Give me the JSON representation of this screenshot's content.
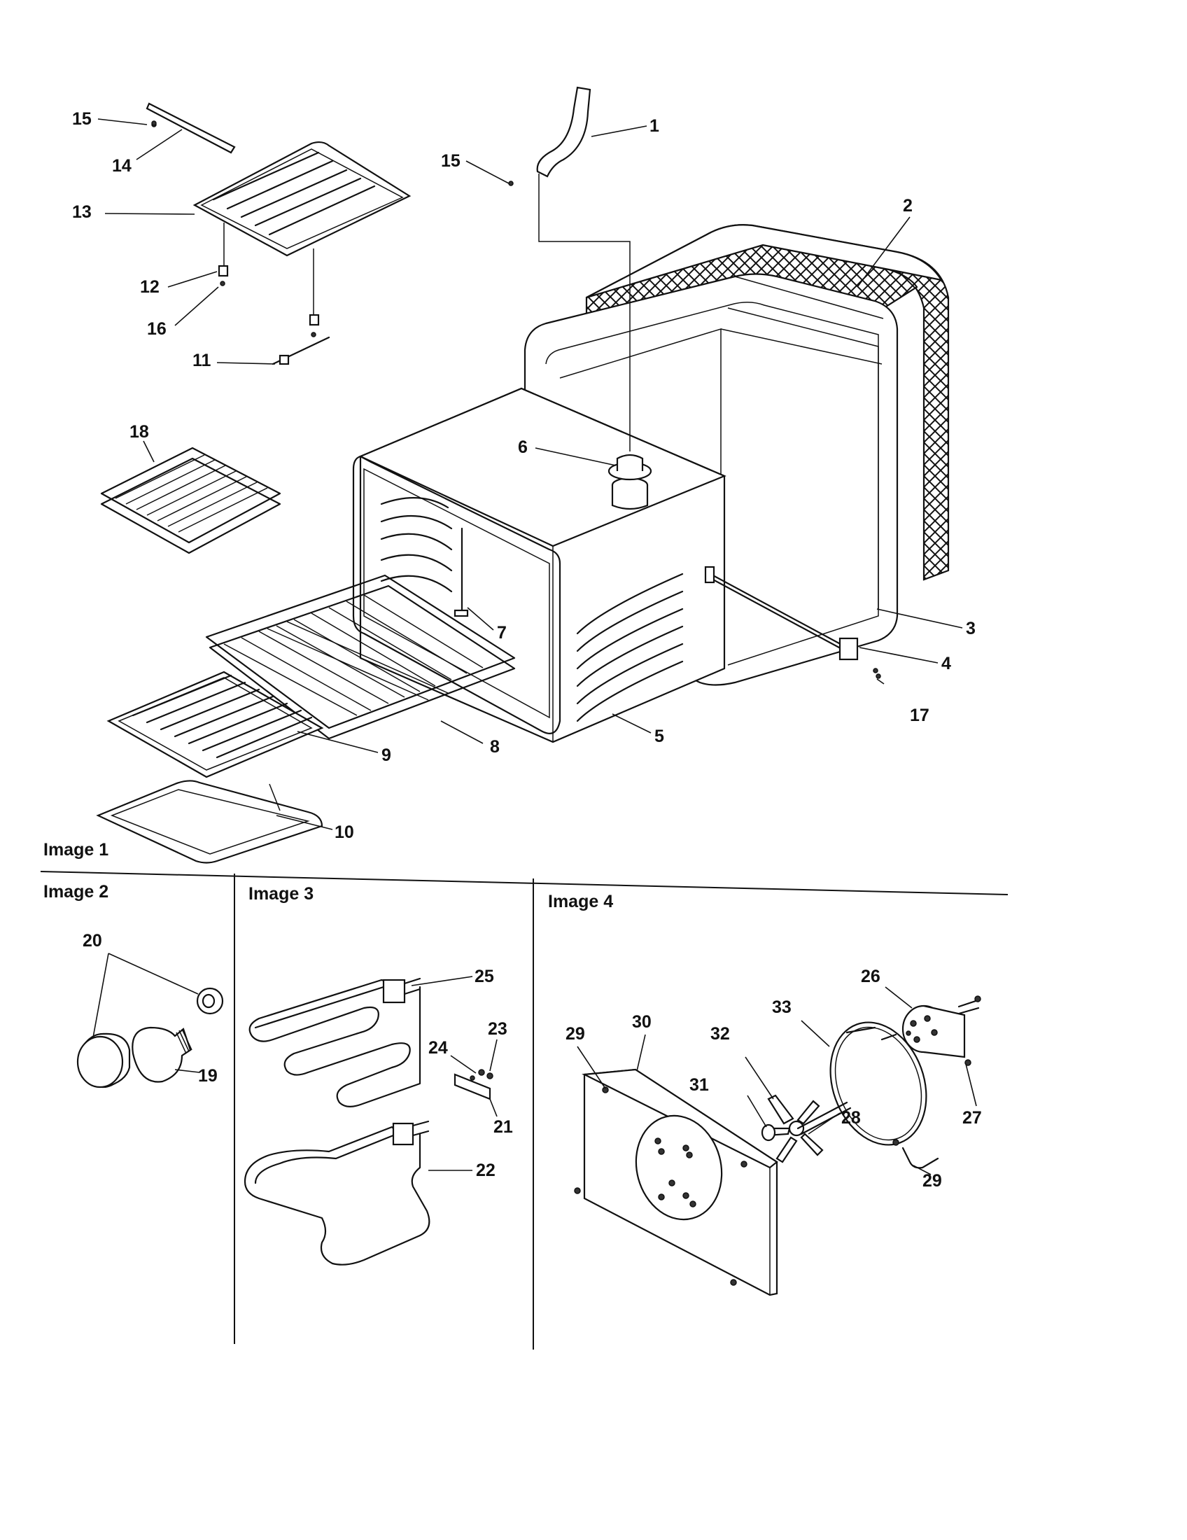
{
  "sections": {
    "image1": "Image 1",
    "image2": "Image 2",
    "image3": "Image 3",
    "image4": "Image 4"
  },
  "callouts": {
    "c1": "1",
    "c2": "2",
    "c3": "3",
    "c4": "4",
    "c5": "5",
    "c6": "6",
    "c7": "7",
    "c8": "8",
    "c9": "9",
    "c10": "10",
    "c11": "11",
    "c12": "12",
    "c13": "13",
    "c14": "14",
    "c15a": "15",
    "c15b": "15",
    "c16": "16",
    "c17": "17",
    "c18": "18",
    "c19": "19",
    "c20": "20",
    "c21": "21",
    "c22": "22",
    "c23": "23",
    "c24": "24",
    "c25": "25",
    "c26": "26",
    "c27": "27",
    "c28": "28",
    "c29a": "29",
    "c29b": "29",
    "c30": "30",
    "c31": "31",
    "c32": "32",
    "c33": "33"
  }
}
